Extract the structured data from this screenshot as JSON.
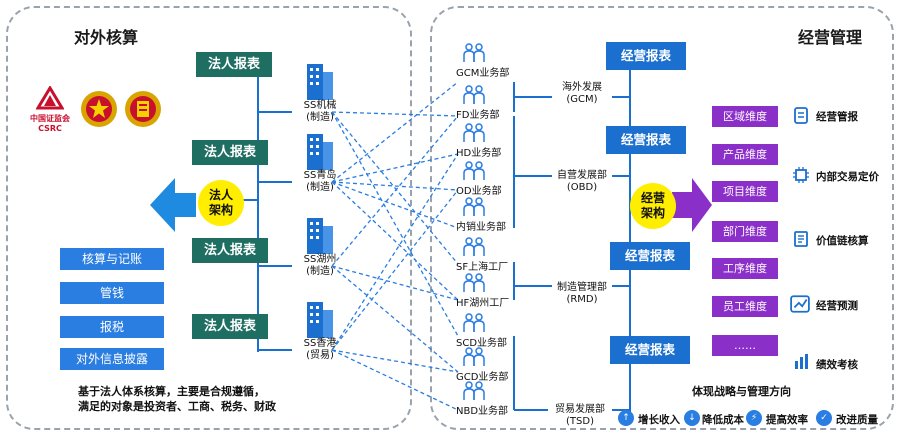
{
  "left_panel": {
    "title": "对外核算",
    "logos": {
      "csrc_text": "中国证监会",
      "csrc_abbr": "CSRC"
    },
    "legal_report_label": "法人报表",
    "circle_label": "法人架构",
    "side_items": [
      "核算与记账",
      "管钱",
      "报税",
      "对外信息披露"
    ],
    "note": [
      "基于法人体系核算，主要是合规遵循，",
      "满足的对象是投资者、工商、税务、财政"
    ],
    "entities": [
      {
        "name": "SS机械",
        "sub": "(制造)"
      },
      {
        "name": "SS青岛",
        "sub": "(制造)"
      },
      {
        "name": "SS湖州",
        "sub": "(制造)"
      },
      {
        "name": "SS香港",
        "sub": "(贸易)"
      }
    ]
  },
  "right_panel": {
    "title": "经营管理",
    "departments": [
      "GCM业务部",
      "FD业务部",
      "HD业务部",
      "OD业务部",
      "内销业务部",
      "SF上海工厂",
      "HF湖州工厂",
      "SCD业务部",
      "GCD业务部",
      "NBD业务部"
    ],
    "groups": [
      {
        "name": "海外发展",
        "code": "(GCM)"
      },
      {
        "name": "自营发展部",
        "code": "(OBD)"
      },
      {
        "name": "制造管理部",
        "code": "(RMD)"
      },
      {
        "name": "贸易发展部",
        "code": "(TSD)"
      }
    ],
    "mgmt_report_label": "经营报表",
    "circle_label": "经营架构",
    "dimensions": [
      "区域维度",
      "产品维度",
      "项目维度",
      "部门维度",
      "工序维度",
      "员工维度",
      "……"
    ],
    "outputs": [
      {
        "label": "经营管报",
        "icon": "clipboard-icon"
      },
      {
        "label": "内部交易定价",
        "icon": "chip-icon"
      },
      {
        "label": "价值链核算",
        "icon": "document-icon"
      },
      {
        "label": "经营预测",
        "icon": "trend-chart-icon"
      },
      {
        "label": "绩效考核",
        "icon": "bar-chart-icon"
      }
    ],
    "strategy_title": "体现战略与管理方向",
    "bottom_items": [
      "增长收入",
      "降低成本",
      "提高效率",
      "改进质量"
    ]
  }
}
